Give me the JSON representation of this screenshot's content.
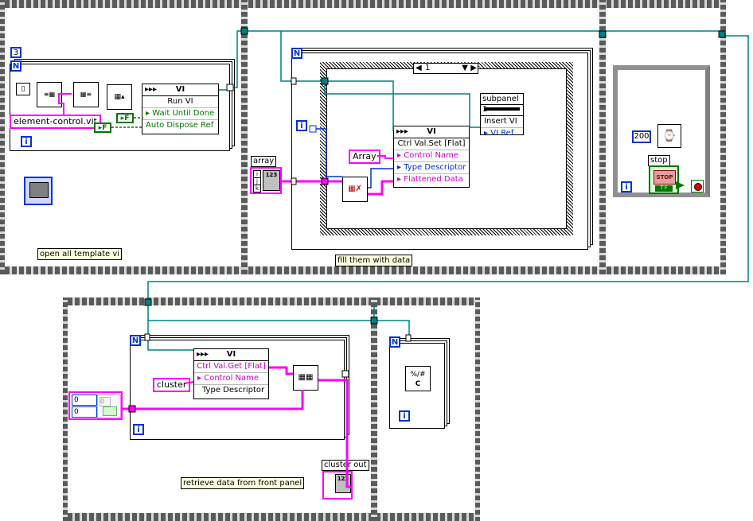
{
  "sequence1": {
    "frame1": {
      "loop_count": "3",
      "vit_name": "element-control.vit",
      "node_header": "VI",
      "run_vi": "Run VI",
      "wait_until_done": "Wait Until Done",
      "auto_dispose_ref": "Auto Dispose Ref",
      "bool_f1": "F",
      "bool_f2": "F",
      "loop_label": "N",
      "iter_label": "i",
      "comment": "open all template vi"
    },
    "frame2": {
      "loop_label": "N",
      "iter_label": "i",
      "case_selector": "1",
      "array_label": "array",
      "array_index_i": "i",
      "array_index_j": "j",
      "array_index_k": "k",
      "array_num": "123",
      "array_const": "Array",
      "node_header": "VI",
      "ctrl_val_set": "Ctrl Val.Set [Flat]",
      "control_name": "Control Name",
      "type_descriptor": "Type Descriptor",
      "flattened_data": "Flattened Data",
      "subpanel_label": "subpanel 1",
      "insert_vi": "Insert VI",
      "vi_ref": "VI Ref",
      "comment": "fill them with data"
    },
    "frame3": {
      "wait_ms": "200",
      "stop_label": "stop",
      "stop_button": "STOP",
      "iter_label": "i",
      "tf": "T F"
    }
  },
  "sequence2": {
    "frame1": {
      "loop_label": "N",
      "iter_label": "i",
      "node_header": "VI",
      "ctrl_val_get": "Ctrl Val.Get [Flat]",
      "control_name": "Control Name",
      "type_descriptor": "Type Descriptor",
      "cluster_const": "cluster",
      "cluster_val1": "0",
      "cluster_val2": "0",
      "cluster_inner": "0",
      "cluster_out_label": "cluster out",
      "cluster_out_num": "123",
      "comment": "retrieve data from front panel"
    },
    "frame2": {
      "loop_label": "N",
      "iter_label": "i",
      "fn_c": "C"
    }
  },
  "colors": {
    "wire_ref": "#008080",
    "wire_pink": "#ff00ff",
    "wire_blue": "#0033cc",
    "wire_green": "#007700",
    "frame_film": "#5a5a5a"
  }
}
